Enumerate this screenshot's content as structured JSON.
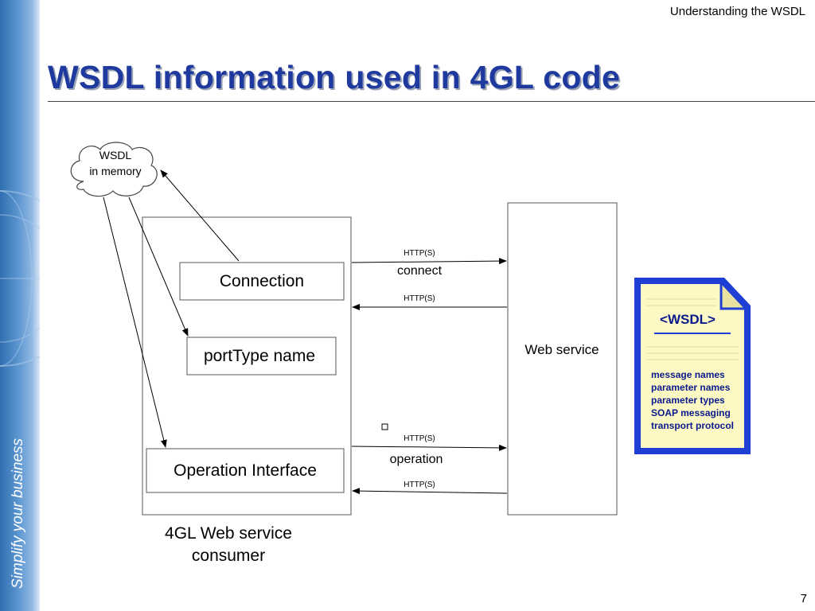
{
  "header": {
    "section_label": "Understanding the WSDL"
  },
  "title": "WSDL information used in 4GL code",
  "sidebar": {
    "tagline": "Simplify your business"
  },
  "page_number": "7",
  "diagram": {
    "cloud_line1": "WSDL",
    "cloud_line2": "in memory",
    "consumer_line1": "4GL Web service",
    "consumer_line2": "consumer",
    "connection": "Connection",
    "porttype": "portType name",
    "operation_interface": "Operation Interface",
    "web_service": "Web service",
    "http_1": "HTTP(S)",
    "connect": "connect",
    "http_2": "HTTP(S)",
    "http_3": "HTTP(S)",
    "operation": "operation",
    "http_4": "HTTP(S)",
    "wsdl_doc": {
      "tag": "<WSDL>",
      "items": [
        "message names",
        "parameter names",
        "parameter types",
        "SOAP messaging",
        "transport protocol"
      ]
    }
  }
}
